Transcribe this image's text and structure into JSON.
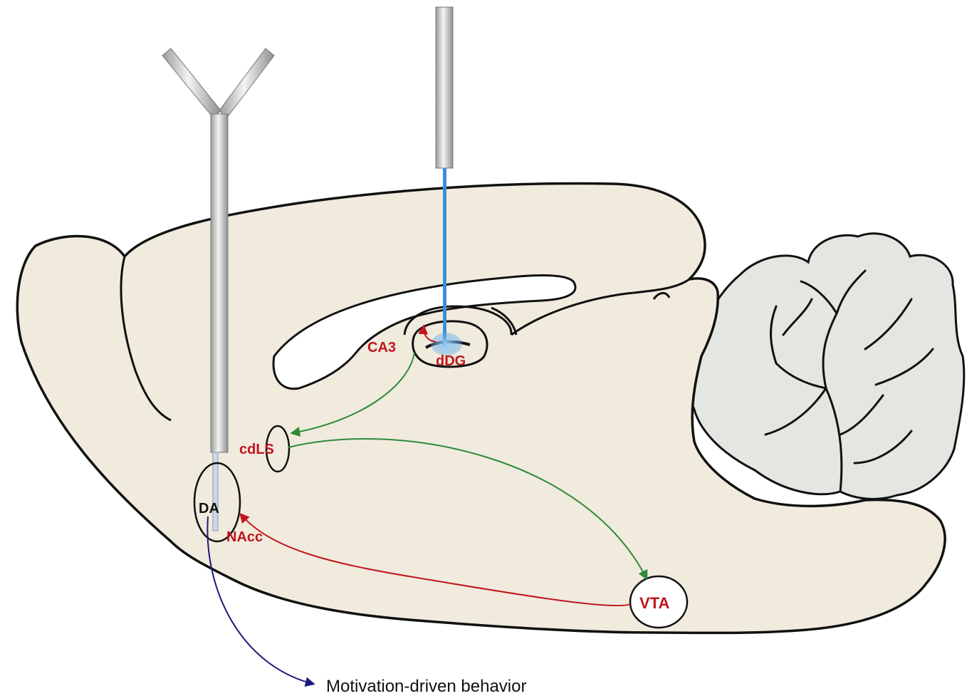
{
  "labels": {
    "ca3": "CA3",
    "ddg": "dDG",
    "cdls": "cdLS",
    "da": "DA",
    "nacc": "NAcc",
    "vta": "VTA",
    "output": "Motivation-driven behavior"
  },
  "colors": {
    "brain_fill": "#f0ebdd",
    "cerebellum_fill": "#e3e6e1",
    "outline": "#111111",
    "region_label": "#c0161e",
    "green_path": "#2f8a3a",
    "red_path": "#c0161e",
    "output_path": "#1f1a78",
    "optic_fiber": "#3b8fd8",
    "cannula_gray": "#c4c4c4"
  },
  "icons": {
    "optogenetic_fiber": "optic-fiber-icon",
    "voltammetry_probe": "y-electrode-icon",
    "light_spot": "light-spot-icon"
  }
}
